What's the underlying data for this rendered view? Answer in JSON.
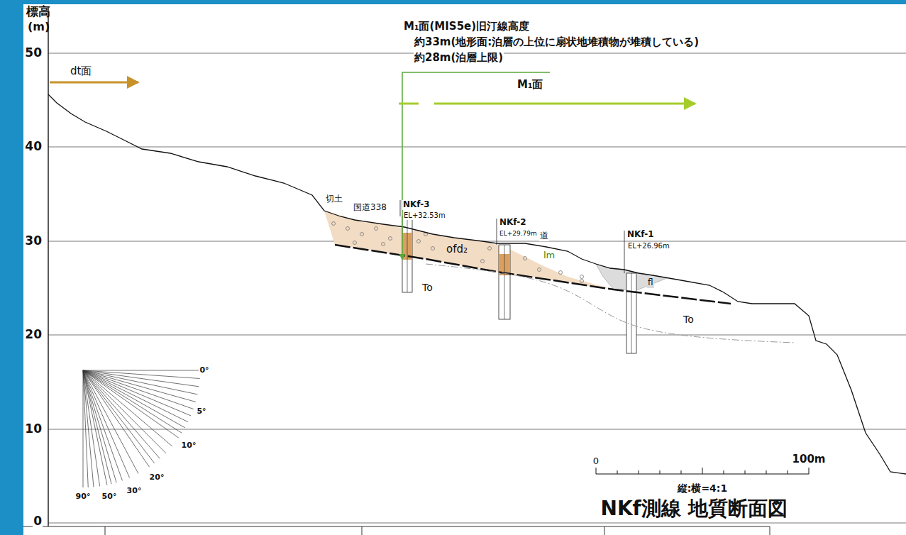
{
  "diagram": {
    "title": "NKf測線 地質断面図",
    "labels": [
      "標高",
      "(m)",
      "50",
      "40",
      "30",
      "20",
      "10",
      "0",
      "dt面",
      "M₁面(MIS5e)旧汀線高度",
      "約33m(地形面:泊層の上位に扇状地堆積物が堆積している)",
      "約28m(泊層上限)",
      "M₁面",
      "切土",
      "国道338",
      "NKf-3",
      "EL+32.53m",
      "NKf-2",
      "EL+29.79m",
      "道",
      "NKf-1",
      "EL+26.96m",
      "lm",
      "ofd₂",
      "To",
      "To",
      "fl",
      "0°",
      "5°",
      "10°",
      "20°",
      "30°",
      "50°",
      "90°",
      "0",
      "100m",
      "縦:横=4:1"
    ]
  }
}
